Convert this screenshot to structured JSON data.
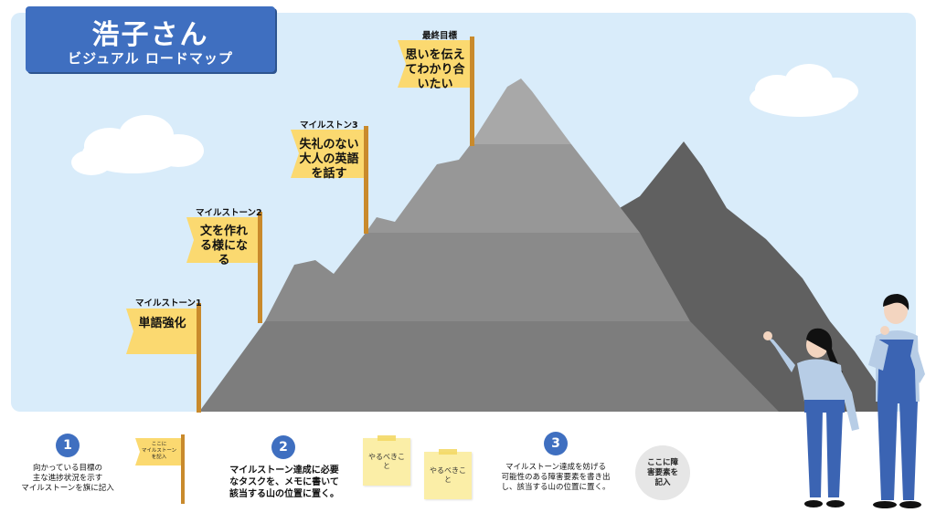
{
  "title": {
    "main": "浩子さん",
    "sub": "ビジュアル ロードマップ"
  },
  "milestones": [
    {
      "label": "マイルストーン1",
      "text": "単語強化"
    },
    {
      "label": "マイルストーン2",
      "text": "文を作れ\nる様にな\nる"
    },
    {
      "label": "マイルストン3",
      "text": "失礼のない\n大人の英語\nを話す"
    },
    {
      "label": "最終目標",
      "text": "思いを伝え\nてわかり合\nいたい"
    }
  ],
  "steps": [
    {
      "number": "1",
      "text": "向かっている目標の\n主な進捗状況を示す\nマイルストーンを旗に記入"
    },
    {
      "number": "2",
      "text": "マイルストーン達成に必要\nなタスクを、メモに書いて\n該当する山の位置に置く。"
    },
    {
      "number": "3",
      "text": "マイルストーン達成を妨げる\n可能性のある障害要素を書き出\nし、該当する山の位置に置く。"
    }
  ],
  "example_flag_text": "ここに\nマイルストーン\nを記入",
  "sticky_notes": [
    "やるべきこ\nと",
    "やるべきこ\nと"
  ],
  "obstacle_text": "ここに障\n害要素を\n記入",
  "colors": {
    "sky": "#d9ecfa",
    "banner": "#3f6fc0",
    "flag": "#fbd970",
    "pole": "#c98a2c",
    "mountain_light": "#a3a3a3",
    "mountain_mid": "#8e8e8e",
    "mountain_dark": "#606060"
  }
}
